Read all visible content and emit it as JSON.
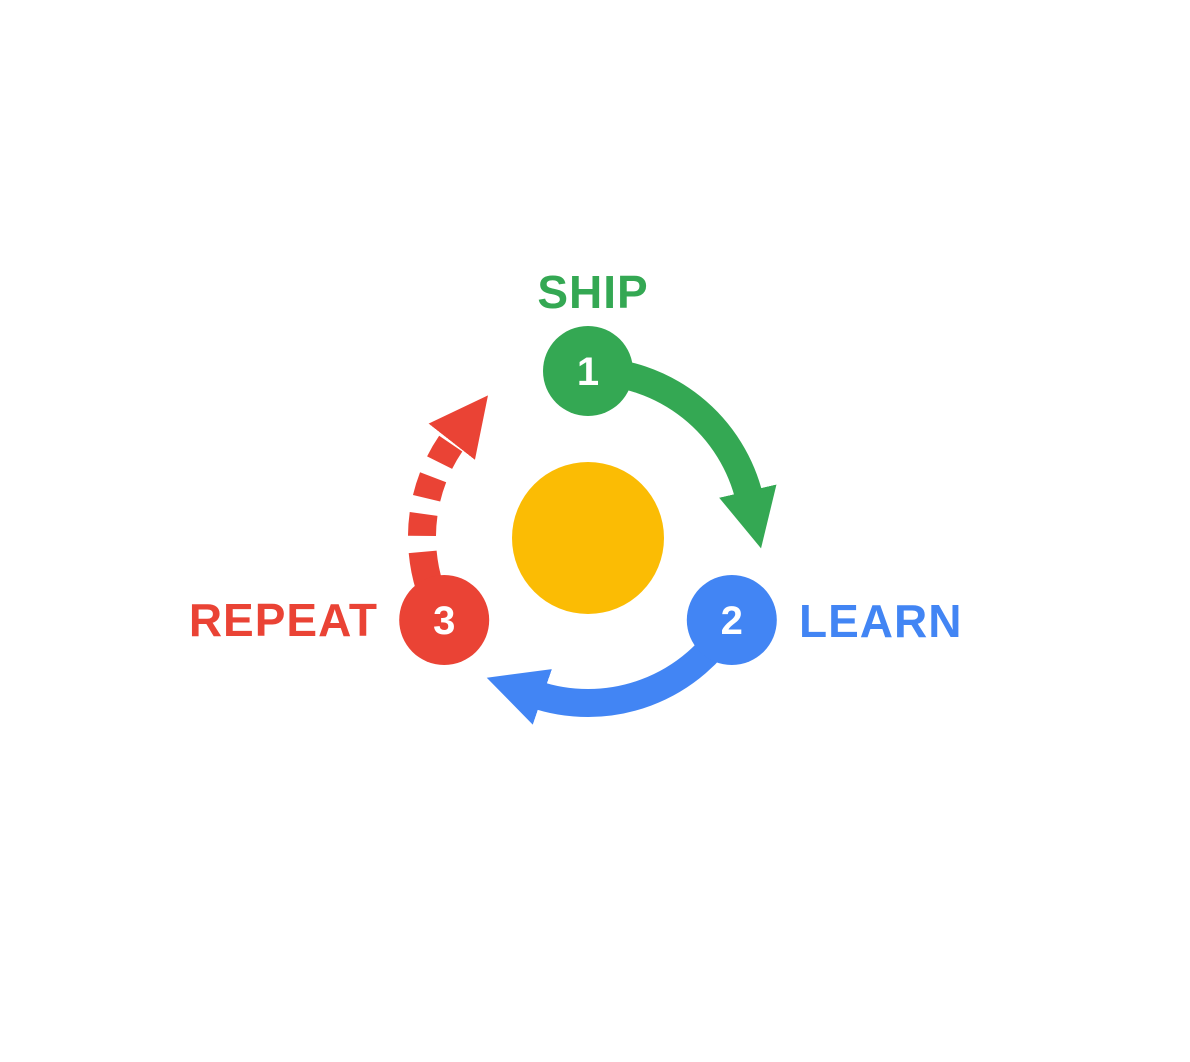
{
  "diagram": {
    "kind": "cycle",
    "steps": [
      {
        "number": "1",
        "label": "SHIP",
        "color": "#34A853",
        "arrow_style": "solid"
      },
      {
        "number": "2",
        "label": "LEARN",
        "color": "#4285F4",
        "arrow_style": "solid"
      },
      {
        "number": "3",
        "label": "REPEAT",
        "color": "#EA4335",
        "arrow_style": "dashed"
      }
    ]
  },
  "colors": {
    "green": "#34A853",
    "blue": "#4285F4",
    "red": "#EA4335",
    "yellow": "#FBBC04",
    "white": "#FFFFFF",
    "background": "#FFFFFF"
  }
}
